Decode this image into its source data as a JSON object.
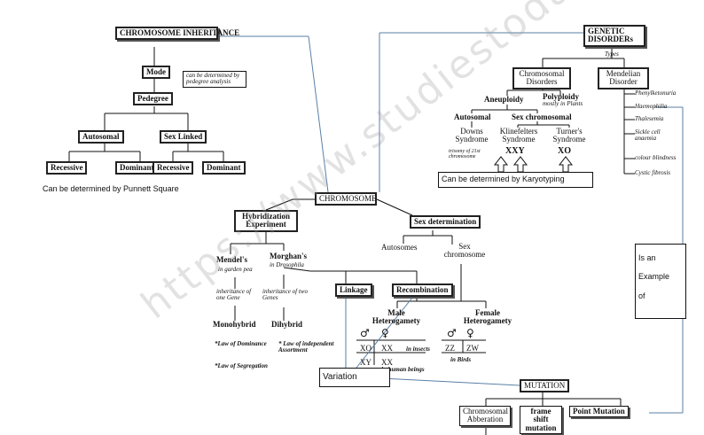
{
  "chromosome_inheritance": {
    "title": "CHROMOSOME INHERITANCE",
    "mode": "Mode",
    "mode_note": "can be determined by pedegree analysis",
    "pedegree": "Pedegree",
    "autosomal": "Autosomal",
    "sex_linked": "Sex Linked",
    "recessive_1": "Recessive",
    "dominant_1": "Dominant",
    "recessive_2": "Recessive",
    "dominant_2": "Dominant",
    "punnett_note": "Can be determined by Punnett Square"
  },
  "genetic_disorders": {
    "title": "GENETIC DISORDERs",
    "types": "Types",
    "chromosomal_disorders": "Chromosomal Disorders",
    "mendelian_disorder": "Mendelian Disorder",
    "aneuploidy": "Aneuploidy",
    "polyploidy": "Polyploidy",
    "polyploidy_note": "mostly in Plants",
    "autosomal": "Autosomal",
    "sex_chromosomal": "Sex chromosomal",
    "downs": "Downs Syndrome",
    "klinefelters": "Klinefelters Syndrome",
    "turners": "Turner's Syndrome",
    "trisomy": "trisomy of 21st chromosome",
    "xxy": "XXY",
    "xo": "XO",
    "karyotyping": "Can be determined by Karyotyping",
    "mendelian_list": [
      "Phenylketonuria",
      "Haemophilia",
      "Thalesemia",
      "Sickle cell anaemia",
      "colour blindness",
      "Cystic fibrosis"
    ]
  },
  "chromosome": {
    "center": "CHROMOSOME",
    "hybridization": "Hybridization Experiment",
    "sex_determination": "Sex determination",
    "mendels": "Mendel's",
    "mendels_note": "in garden pea",
    "morghans": "Morghan's",
    "morghans_note": "in Drosophila",
    "inheritance_one": "inheritance of one Gene",
    "inheritance_two": "inheritance of two Genes",
    "monohybrid": "Monohybrid",
    "dihybrid": "Dihybrid",
    "law_dominance": "*Law of Dominance",
    "law_independent": "* Law of independent Assortment",
    "law_segregation": "*Law of Segregation",
    "linkage": "Linkage",
    "recombination": "Recombination",
    "autosomes": "Autosomes",
    "sex_chromosome": "Sex chromosome",
    "male_het": "Male Heterogamety",
    "female_het": "Female Heterogamety",
    "male_symbol": "♂",
    "female_symbol": "♀",
    "xo": "XO",
    "xx": "XX",
    "in_insects": "in insects",
    "xy": "XY",
    "xx2": "XX",
    "in_human": "in human beings",
    "zz": "ZZ",
    "zw": "ZW",
    "in_birds": "in Birds"
  },
  "mutation": {
    "title": "MUTATION",
    "variation": "Variation",
    "chromosomal_aberration": "Chromosomal Abberation",
    "frame_shift": "frame shift mutation",
    "point_mutation": "Point Mutation"
  },
  "example_box": {
    "line1": "Is an",
    "line2": "Example",
    "line3": "of"
  },
  "watermark": "https://www.studiestoday.com",
  "colors": {
    "link_line": "#5a7fa6",
    "ink": "#111111"
  }
}
